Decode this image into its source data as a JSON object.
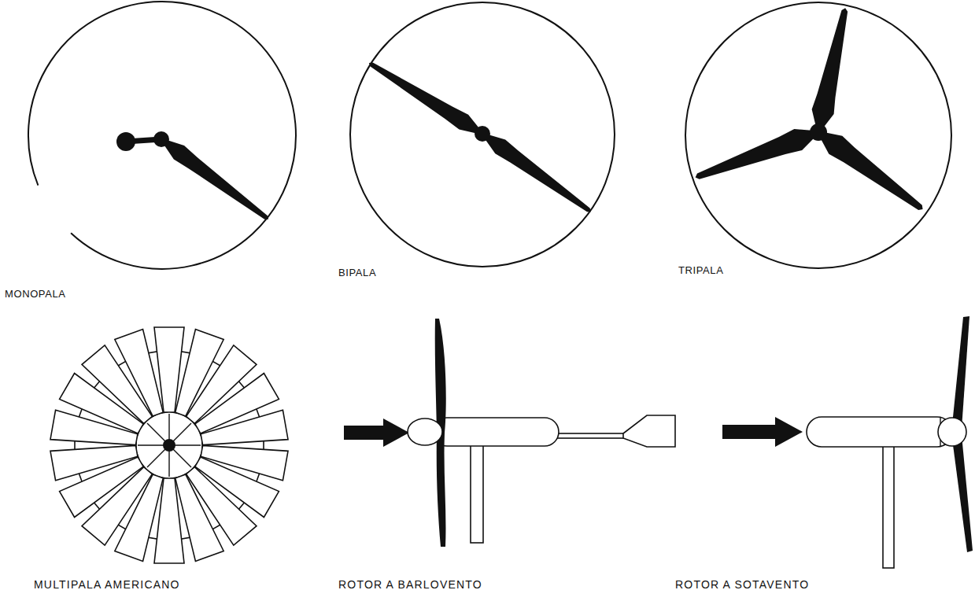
{
  "diagram": {
    "labels": [
      "MONOPALA",
      "BIPALA",
      "TRIPALA",
      "MULTIPALA AMERICANO",
      "ROTOR A BARLOVENTO",
      "ROTOR A SOTAVENTO"
    ]
  }
}
